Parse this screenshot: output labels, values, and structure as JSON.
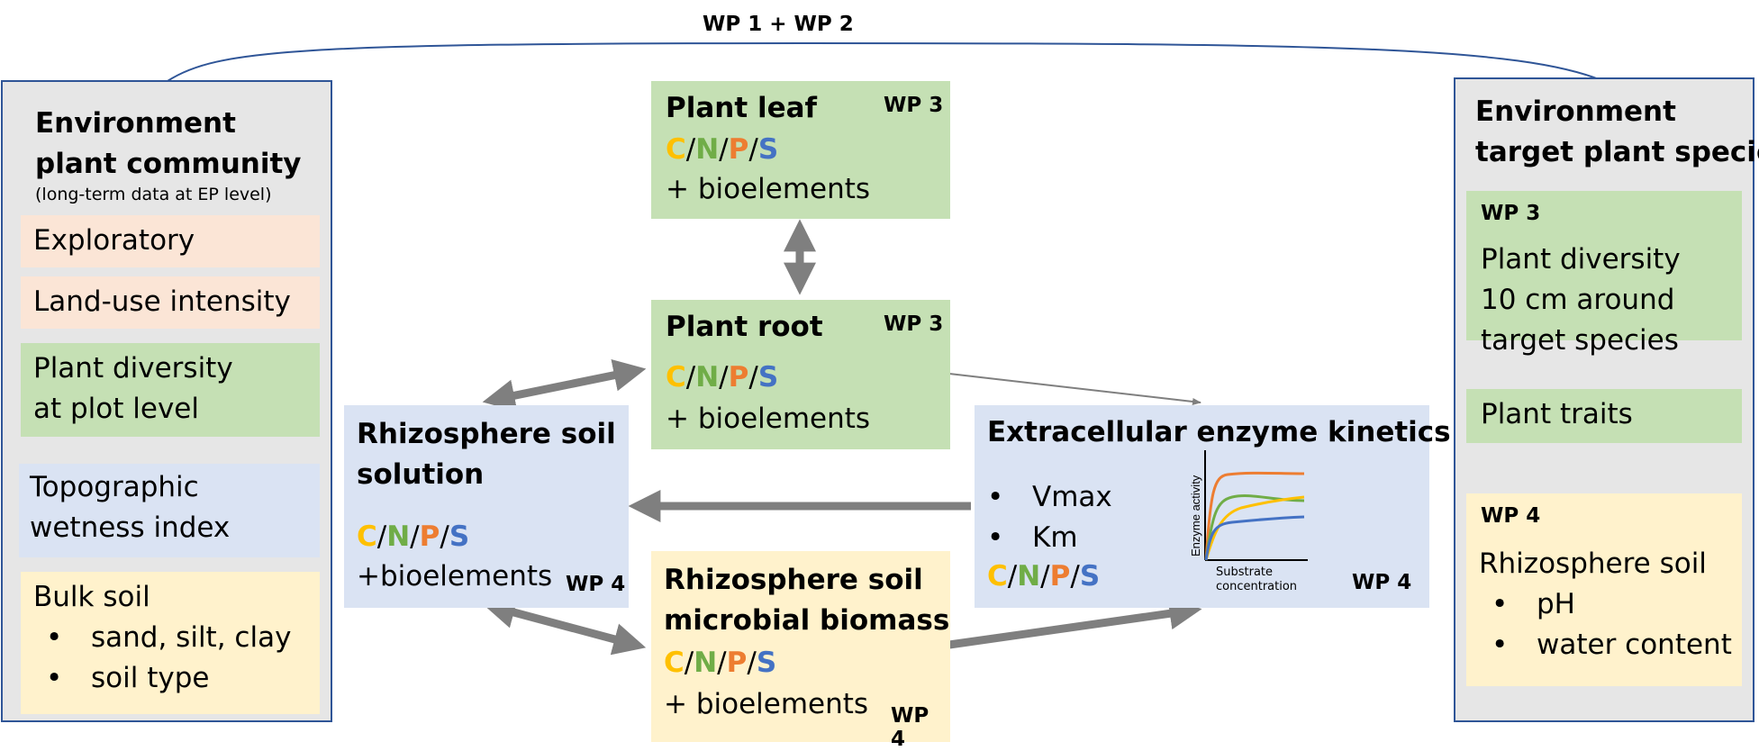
{
  "top_label": "WP 1 + WP 2",
  "cnps": {
    "c": "C",
    "n": "N",
    "p": "P",
    "s": "S",
    "sep": "/"
  },
  "left_panel": {
    "title_line1": "Environment",
    "title_line2": "plant community",
    "subtitle": "(long-term data at EP level)",
    "exploratory": "Exploratory",
    "land_use": "Land-use intensity",
    "plant_div_line1": "Plant diversity",
    "plant_div_line2": "at plot level",
    "twi_line1": "Topographic",
    "twi_line2": "wetness index",
    "bulk_title": "Bulk soil",
    "bulk_items": [
      "sand, silt, clay",
      "soil type"
    ]
  },
  "right_panel": {
    "title_line1": "Environment",
    "title_line2": "target plant species",
    "wp3": "WP 3",
    "div_line1": "Plant diversity",
    "div_line2": "10 cm around",
    "div_line3": "target species",
    "traits": "Plant traits",
    "wp4": "WP 4",
    "rhizo": "Rhizosphere soil",
    "rhizo_items": [
      "pH",
      "water content"
    ]
  },
  "leaf": {
    "title": "Plant leaf",
    "wp": "WP 3",
    "bio": "+ bioelements"
  },
  "root": {
    "title": "Plant root",
    "wp": "WP 3",
    "bio": "+ bioelements"
  },
  "solution": {
    "title_line1": "Rhizosphere soil",
    "title_line2": "solution",
    "bio": "+bioelements",
    "wp": "WP 4"
  },
  "biomass": {
    "title_line1": "Rhizosphere soil",
    "title_line2": "microbial biomass",
    "bio": "+ bioelements",
    "wp": "WP 4"
  },
  "enzyme": {
    "title": "Extracellular enzyme kinetics",
    "items": [
      "Vmax",
      "Km"
    ],
    "wp": "WP 4",
    "chart_ylabel": "Enzyme activity",
    "chart_xlabel_line1": "Substrate",
    "chart_xlabel_line2": "concentration"
  },
  "colors": {
    "panel_border": "#2f5597",
    "green": "#c5e0b4",
    "orange": "#fbe5d6",
    "blue": "#dae3f3",
    "yellow": "#fff2cc",
    "arrow": "#7f7f7f"
  }
}
